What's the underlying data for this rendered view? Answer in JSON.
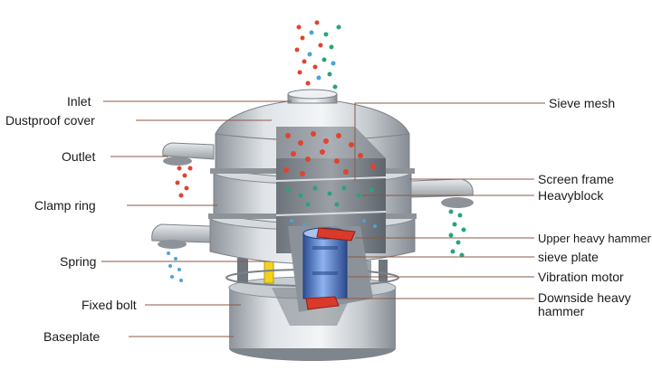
{
  "labels": {
    "left": {
      "inlet": "Inlet",
      "dustproof_cover": "Dustproof cover",
      "outlet": "Outlet",
      "clamp_ring": "Clamp ring",
      "spring": "Spring",
      "fixed_bolt": "Fixed bolt",
      "baseplate": "Baseplate"
    },
    "right": {
      "sieve_mesh": "Sieve mesh",
      "screen_frame": "Screen frame",
      "heavyblock": "Heavyblock",
      "upper_heavy_hammer": "Upper heavy hammer",
      "sieve_plate": "sieve plate",
      "vibration_motor": "Vibration motor",
      "downside_heavy_hammer": "Downside heavy hammer"
    }
  },
  "colors": {
    "leader_line": "#8a5a44",
    "particle_red": "#e0442f",
    "particle_green": "#2aa37a",
    "particle_blue": "#4aa3d6",
    "spring_yellow": "#f2d21f",
    "motor_blue": "#4a78c8",
    "steel": "#b9bec4"
  }
}
